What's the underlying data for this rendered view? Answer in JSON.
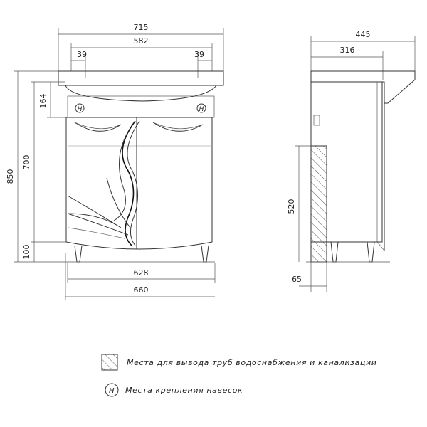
{
  "front_view": {
    "width_total": "715",
    "width_inner": "582",
    "offset_left": "39",
    "offset_right": "39",
    "height_total": "850",
    "height_body": "700",
    "height_top": "164",
    "height_legs": "100",
    "width_base": "628",
    "width_doors": "660"
  },
  "side_view": {
    "depth_total": "445",
    "depth_body": "316",
    "pipe_height": "520",
    "leg_offset": "65"
  },
  "legend": {
    "pipes_label": "Места для вывода труб водоснабжения и канализации",
    "hanging_label": "Места крепления навесок",
    "hanging_symbol": "Н"
  },
  "markers": {
    "front_left_symbol": "Н",
    "front_right_symbol": "Н"
  }
}
